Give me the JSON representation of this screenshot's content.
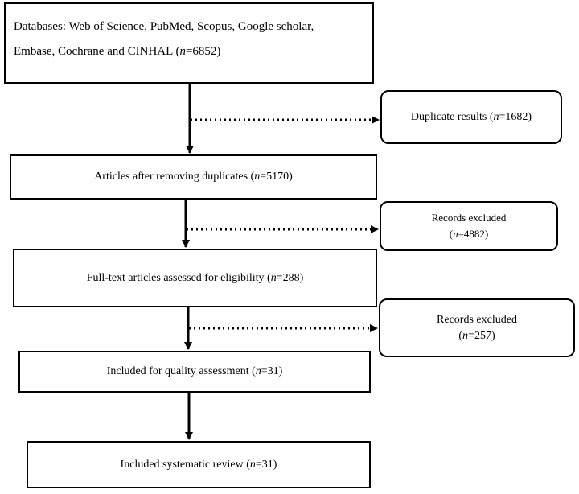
{
  "boxes": {
    "sources": {
      "line1": "Databases: Web of Science, PubMed, Scopus, Google scholar,",
      "line2_text": "Embase, Cochrane and CINHAL (",
      "n_label": "n",
      "line2_count": "=6852)"
    },
    "deduplicated": {
      "text": "Articles after removing duplicates (",
      "n_label": "n",
      "count": "=5170)"
    },
    "fulltext": {
      "text": "Full-text articles assessed for eligibility (",
      "n_label": "n",
      "count": "=288)"
    },
    "quality": {
      "text": "Included for quality assessment (",
      "n_label": "n",
      "count": "=31)"
    },
    "review": {
      "text": "Included systematic review (",
      "n_label": "n",
      "count": "=31)"
    }
  },
  "side_boxes": {
    "duplicates": {
      "text": "Duplicate results (",
      "n_label": "n",
      "count": "=1682)"
    },
    "excluded_1": {
      "label": "Records excluded",
      "open": "(",
      "n_label": "n",
      "count": "=4882)"
    },
    "excluded_2": {
      "label": "Records excluded",
      "open": "(",
      "n_label": "n",
      "count": "=257)"
    }
  }
}
